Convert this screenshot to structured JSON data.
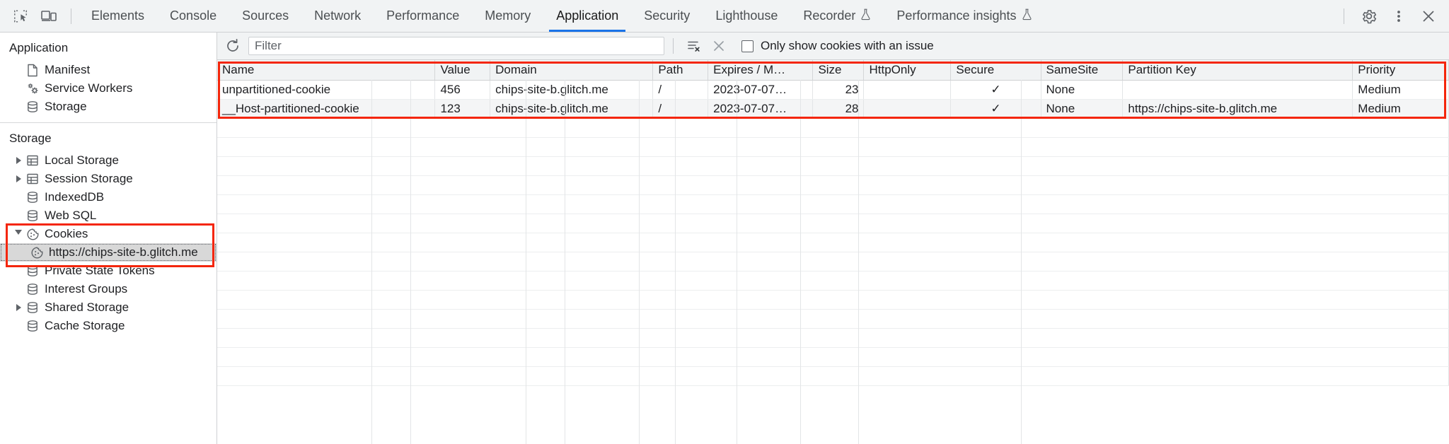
{
  "tabbar": {
    "left_icons": [
      {
        "name": "inspect-element-icon",
        "title": "Inspect element"
      },
      {
        "name": "device-toolbar-icon",
        "title": "Toggle device toolbar"
      }
    ],
    "tabs": [
      {
        "label": "Elements",
        "active": false,
        "experimental": false
      },
      {
        "label": "Console",
        "active": false,
        "experimental": false
      },
      {
        "label": "Sources",
        "active": false,
        "experimental": false
      },
      {
        "label": "Network",
        "active": false,
        "experimental": false
      },
      {
        "label": "Performance",
        "active": false,
        "experimental": false
      },
      {
        "label": "Memory",
        "active": false,
        "experimental": false
      },
      {
        "label": "Application",
        "active": true,
        "experimental": false
      },
      {
        "label": "Security",
        "active": false,
        "experimental": false
      },
      {
        "label": "Lighthouse",
        "active": false,
        "experimental": false
      },
      {
        "label": "Recorder",
        "active": false,
        "experimental": true
      },
      {
        "label": "Performance insights",
        "active": false,
        "experimental": true
      }
    ],
    "right_icons": [
      {
        "name": "gear-icon",
        "title": "Settings"
      },
      {
        "name": "kebab-menu-icon",
        "title": "Customize and control DevTools"
      },
      {
        "name": "close-icon",
        "title": "Close DevTools"
      }
    ],
    "active_tab_underline_color": "#1a73e8"
  },
  "sidebar": {
    "sections": [
      {
        "title": "Application",
        "items": [
          {
            "label": "Manifest",
            "icon": "document-icon",
            "indent": 1,
            "twisty": "none",
            "selected": false
          },
          {
            "label": "Service Workers",
            "icon": "gears-icon",
            "indent": 1,
            "twisty": "none",
            "selected": false
          },
          {
            "label": "Storage",
            "icon": "database-icon",
            "indent": 1,
            "twisty": "none",
            "selected": false
          }
        ]
      },
      {
        "title": "Storage",
        "items": [
          {
            "label": "Local Storage",
            "icon": "table-icon",
            "indent": 1,
            "twisty": "closed",
            "selected": false
          },
          {
            "label": "Session Storage",
            "icon": "table-icon",
            "indent": 1,
            "twisty": "closed",
            "selected": false
          },
          {
            "label": "IndexedDB",
            "icon": "database-icon",
            "indent": 1,
            "twisty": "none",
            "selected": false
          },
          {
            "label": "Web SQL",
            "icon": "database-icon",
            "indent": 1,
            "twisty": "none",
            "selected": false
          },
          {
            "label": "Cookies",
            "icon": "cookie-icon",
            "indent": 1,
            "twisty": "open",
            "selected": false
          },
          {
            "label": "https://chips-site-b.glitch.me",
            "icon": "cookie-icon",
            "indent": 2,
            "twisty": "none",
            "selected": true
          },
          {
            "label": "Private State Tokens",
            "icon": "database-icon",
            "indent": 1,
            "twisty": "none",
            "selected": false
          },
          {
            "label": "Interest Groups",
            "icon": "database-icon",
            "indent": 1,
            "twisty": "none",
            "selected": false
          },
          {
            "label": "Shared Storage",
            "icon": "database-icon",
            "indent": 1,
            "twisty": "closed",
            "selected": false
          },
          {
            "label": "Cache Storage",
            "icon": "database-icon",
            "indent": 1,
            "twisty": "none",
            "selected": false
          }
        ]
      }
    ]
  },
  "toolbar": {
    "refresh_title": "Refresh",
    "filter_placeholder": "Filter",
    "filter_value": "",
    "clear_filter_title": "Clear filter",
    "delete_title": "Clear all cookies",
    "checkbox_label": "Only show cookies with an issue",
    "checkbox_checked": false
  },
  "table": {
    "columns": [
      {
        "label": "Name",
        "align": "left",
        "width": "218"
      },
      {
        "label": "Value",
        "align": "left",
        "width": "55"
      },
      {
        "label": "Domain",
        "align": "left",
        "width": "163"
      },
      {
        "label": "Path",
        "align": "left",
        "width": "55"
      },
      {
        "label": "Expires / M…",
        "align": "left",
        "width": "105"
      },
      {
        "label": "Size",
        "align": "right",
        "width": "51"
      },
      {
        "label": "HttpOnly",
        "align": "left",
        "width": "87"
      },
      {
        "label": "Secure",
        "align": "left",
        "width": "90"
      },
      {
        "label": "SameSite",
        "align": "left",
        "width": "82"
      },
      {
        "label": "Partition Key",
        "align": "left",
        "width": "230"
      },
      {
        "label": "Priority",
        "align": "left",
        "width": "96"
      }
    ],
    "rows": [
      {
        "Name": "unpartitioned-cookie",
        "Value": "456",
        "Domain": "chips-site-b.glitch.me",
        "Path": "/",
        "Expires / M…": "2023-07-07…",
        "Size": "23",
        "HttpOnly": "",
        "Secure": "✓",
        "SameSite": "None",
        "Partition Key": "",
        "Priority": "Medium"
      },
      {
        "Name": "__Host-partitioned-cookie",
        "Value": "123",
        "Domain": "chips-site-b.glitch.me",
        "Path": "/",
        "Expires / M…": "2023-07-07…",
        "Size": "28",
        "HttpOnly": "",
        "Secure": "✓",
        "SameSite": "None",
        "Partition Key": "https://chips-site-b.glitch.me",
        "Priority": "Medium"
      }
    ]
  },
  "annotations": {
    "highlight_color": "#f4260b",
    "boxes": [
      {
        "name": "cookies-tree-highlight"
      },
      {
        "name": "cookies-table-highlight"
      }
    ]
  }
}
